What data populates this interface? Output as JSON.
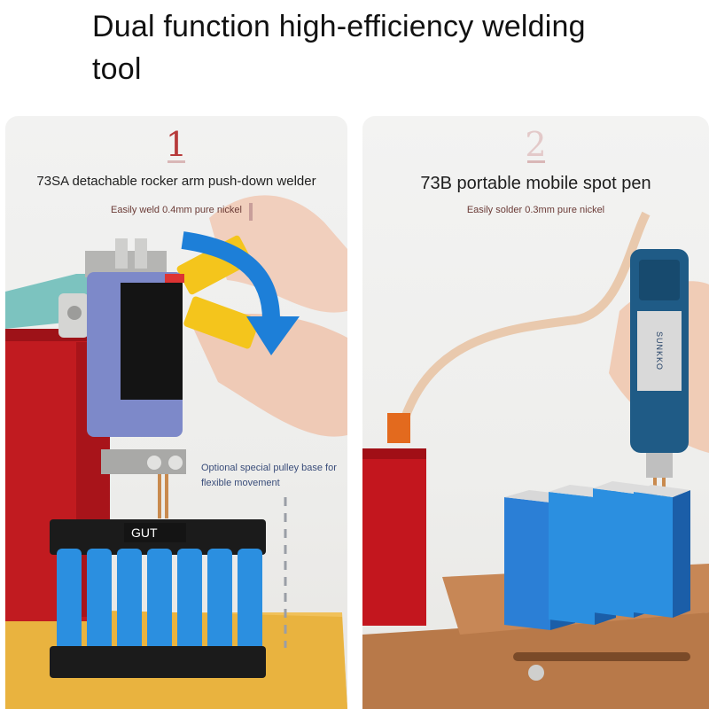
{
  "title": "Dual function high-efficiency welding tool",
  "panels": [
    {
      "number": "1",
      "heading": "73SA detachable rocker arm push-down welder",
      "subheading": "Easily weld 0.4mm pure nickel",
      "device_label": "GUT",
      "note": "Optional special pulley base for flexible movement"
    },
    {
      "number": "2",
      "heading": "73B portable mobile spot pen",
      "subheading": "Easily solder 0.3mm pure nickel",
      "device_brand": "SUNKKO"
    }
  ],
  "colors": {
    "device_body": "#7d89c9",
    "battery_blue": "#2b8fe0",
    "holder_yellow": "#f4c51c",
    "base_red": "#c3161e",
    "pen_blue": "#1f5b86",
    "wood": "#b87949",
    "arrow_blue": "#1d7fd8"
  }
}
